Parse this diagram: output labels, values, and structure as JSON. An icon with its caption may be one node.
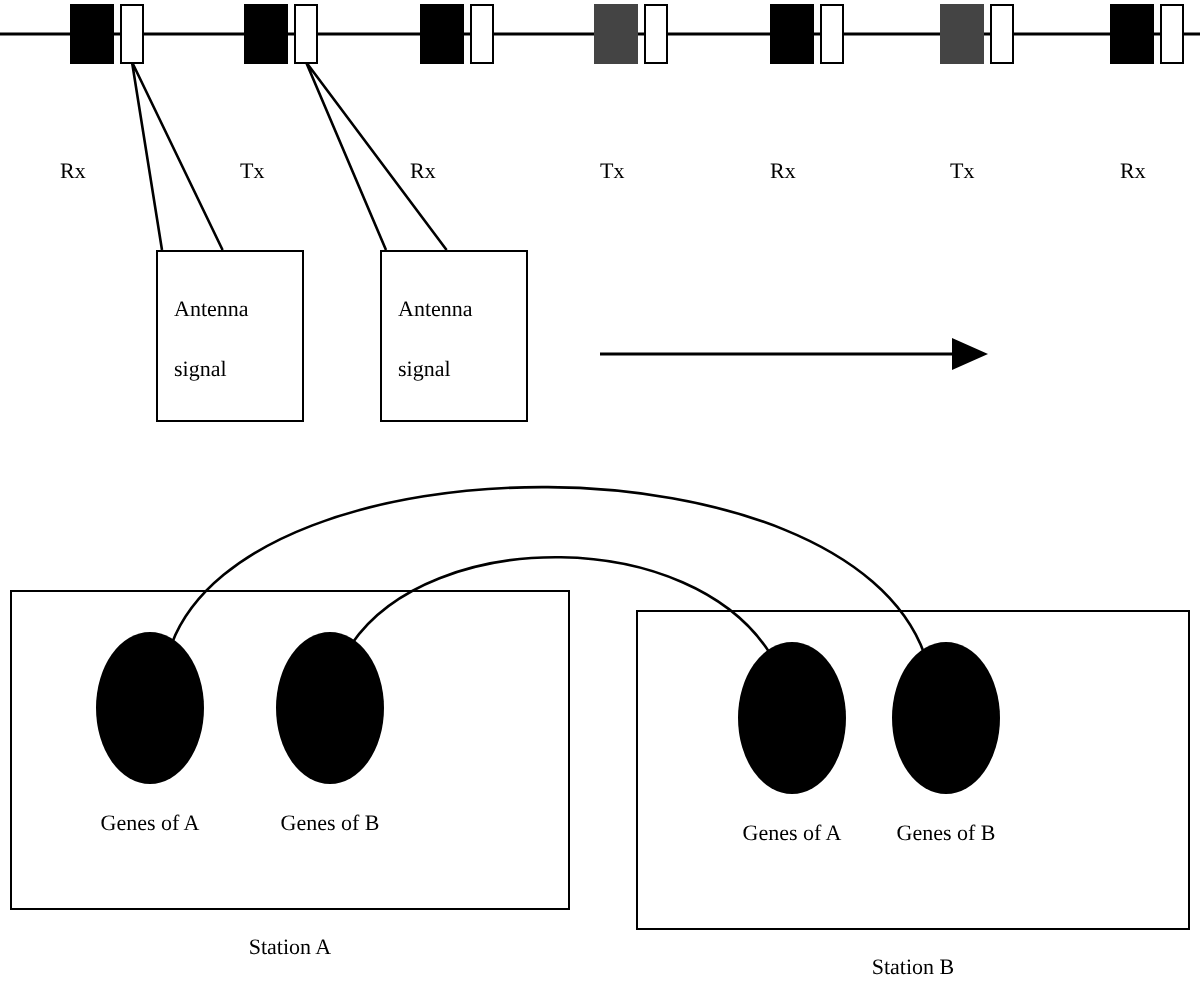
{
  "diagram": {
    "nodes": [
      {
        "text": [],
        "shape": "bar"
      },
      {
        "text": [],
        "shape": "bar"
      },
      {
        "text": [],
        "shape": "bar"
      },
      {
        "text": [],
        "shape": "bar"
      },
      {
        "text": [],
        "shape": "bar"
      },
      {
        "text": [],
        "shape": "bar"
      },
      {
        "text": [],
        "shape": "bar"
      },
      {
        "text": [
          "Antenna signal"
        ]
      },
      {
        "text": [
          "Antenna signal"
        ]
      },
      {
        "text": [
          "Station A"
        ]
      },
      {
        "text": [],
        "shape": "ellipse",
        "in": 9,
        "beside": [
          "Genes of A"
        ]
      },
      {
        "text": [],
        "shape": "ellipse",
        "in": 9,
        "beside": [
          "Genes of B"
        ]
      },
      {
        "text": [
          "Station B"
        ]
      },
      {
        "text": [],
        "shape": "ellipse",
        "in": 12,
        "beside": [
          "Genes of A"
        ]
      },
      {
        "text": [],
        "shape": "ellipse",
        "in": 12,
        "beside": [
          "Genes of B"
        ]
      }
    ],
    "edges": [
      {
        "from": 7,
        "to": 0,
        "arrow": "none"
      },
      {
        "from": 8,
        "to": 1,
        "arrow": "none"
      },
      {
        "from": 10,
        "to": 14,
        "arrow": "none"
      },
      {
        "from": 11,
        "to": 13,
        "arrow": "none"
      }
    ],
    "labels": [
      "Rx",
      "Tx",
      "Rx",
      "Tx",
      "Rx",
      "Tx",
      "Rx"
    ]
  }
}
